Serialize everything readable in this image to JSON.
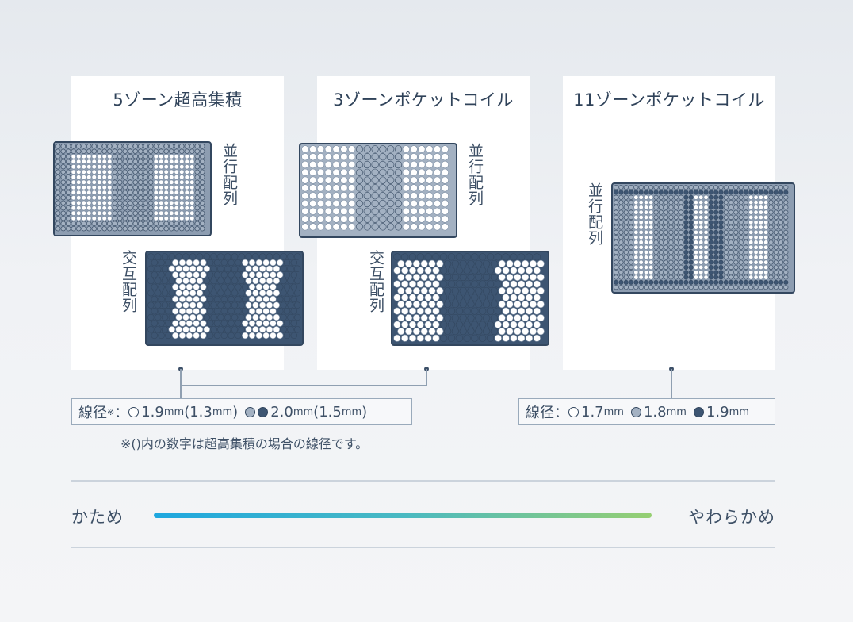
{
  "cards": [
    {
      "title": "5ゾーン超高集積",
      "parallel_label": "並行配列",
      "staggered_label": "交互配列"
    },
    {
      "title": "3ゾーンポケットコイル",
      "parallel_label": "並行配列",
      "staggered_label": "交互配列"
    },
    {
      "title": "11ゾーンポケットコイル",
      "parallel_label": "並行配列"
    }
  ],
  "colors": {
    "coil_thin": "#ffffff",
    "coil_mid": "#a3b1c2",
    "coil_thick": "#3d5572",
    "outline": "#33475f"
  },
  "legend_left": {
    "prefix": "線径",
    "mark": "※",
    "colon": "：",
    "item1_value": "1.9",
    "item1_paren_open": " (1.3",
    "item1_paren_close": ")",
    "item2_value": "2.0",
    "item2_paren_open": " (1.5",
    "item2_paren_close": ")",
    "unit": "mm"
  },
  "legend_right": {
    "prefix": "線径：",
    "item1_value": "1.7",
    "item2_value": "1.8",
    "item3_value": "1.9",
    "unit": "mm"
  },
  "note": "※()内の数字は超高集積の場合の線径です。",
  "scale": {
    "left": "かため",
    "right": "やわらかめ"
  }
}
